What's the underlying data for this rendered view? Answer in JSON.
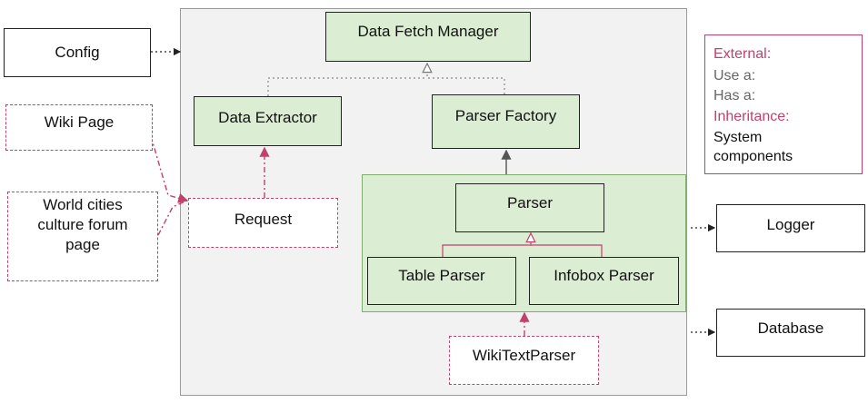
{
  "system": {
    "data_fetch_manager": "Data Fetch Manager",
    "data_extractor": "Data Extractor",
    "parser_factory": "Parser Factory",
    "parser": "Parser",
    "table_parser": "Table Parser",
    "infobox_parser": "Infobox Parser",
    "request": "Request",
    "wikitext_parser": "WikiTextParser"
  },
  "external": {
    "config": "Config",
    "wiki_page": "Wiki Page",
    "world_cities": "World cities culture forum page",
    "logger": "Logger",
    "database": "Database"
  },
  "legend": {
    "external": "External:",
    "use_a": "Use a:",
    "has_a": "Has a:",
    "inheritance": "Inheritance:",
    "system_components": "System components"
  },
  "colors": {
    "component_fill": "#dbeed3",
    "region_fill": "#f2f2f2",
    "external_accent": "#c0406e",
    "line": "#555555"
  }
}
